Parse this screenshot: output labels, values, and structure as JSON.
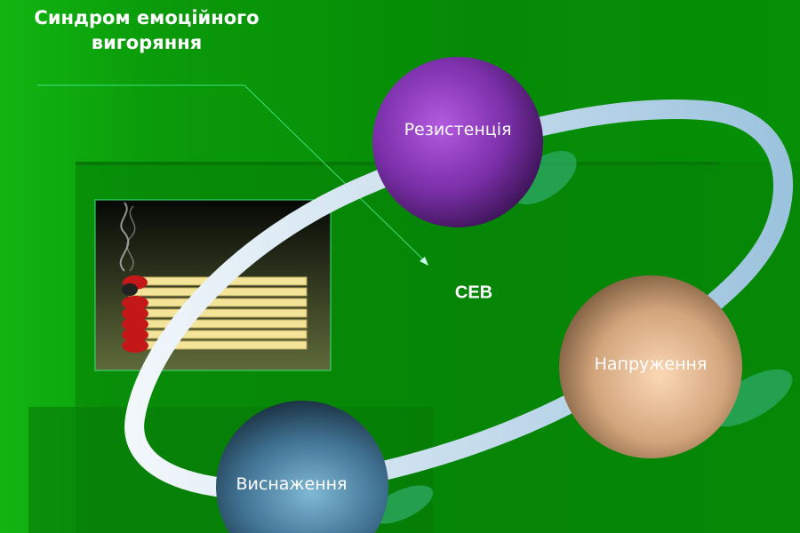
{
  "title": "Синдром емоційного вигоряння",
  "center_label": "СЕВ",
  "stages": [
    {
      "label": "Резистенція",
      "color": "#8a3fb5"
    },
    {
      "label": "Напруження",
      "color": "#d8b08a"
    },
    {
      "label": "Виснаження",
      "color": "#4a7fa0"
    }
  ],
  "colors": {
    "background": "#0a8a0a",
    "ring": "#dbe9f3"
  }
}
